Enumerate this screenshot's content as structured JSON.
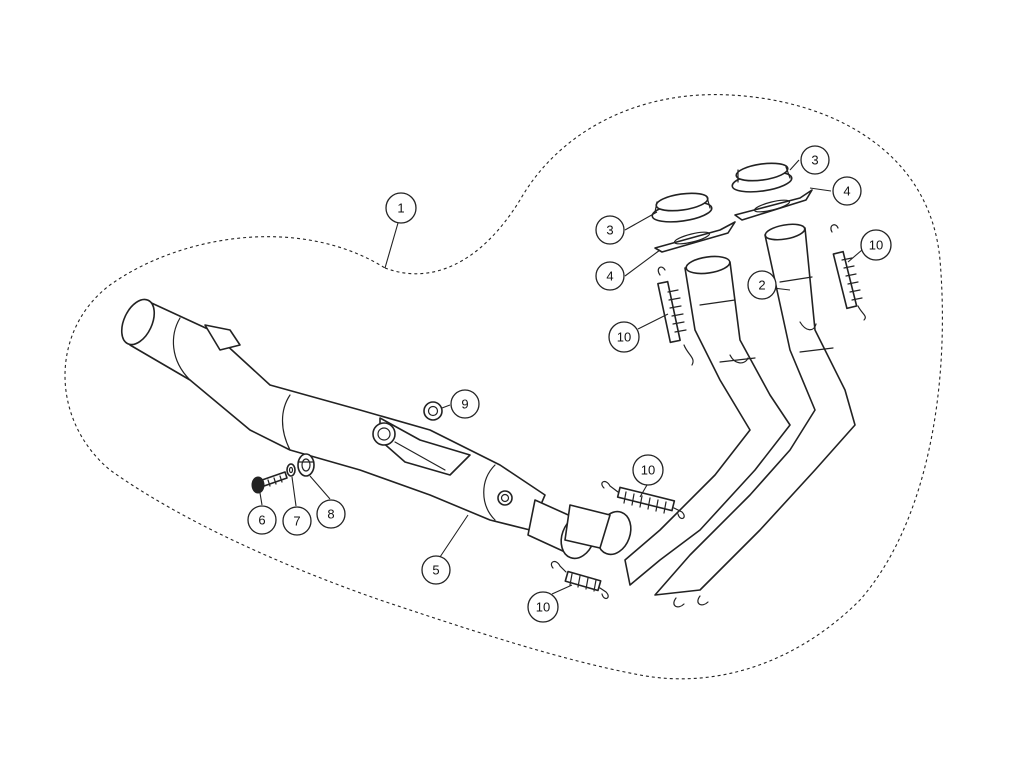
{
  "callouts": [
    {
      "id": "c1",
      "label": "1"
    },
    {
      "id": "c2",
      "label": "2"
    },
    {
      "id": "c3a",
      "label": "3"
    },
    {
      "id": "c3b",
      "label": "3"
    },
    {
      "id": "c4a",
      "label": "4"
    },
    {
      "id": "c4b",
      "label": "4"
    },
    {
      "id": "c5",
      "label": "5"
    },
    {
      "id": "c6",
      "label": "6"
    },
    {
      "id": "c7",
      "label": "7"
    },
    {
      "id": "c8",
      "label": "8"
    },
    {
      "id": "c9",
      "label": "9"
    },
    {
      "id": "c10a",
      "label": "10"
    },
    {
      "id": "c10b",
      "label": "10"
    },
    {
      "id": "c10c",
      "label": "10"
    },
    {
      "id": "c10d",
      "label": "10"
    }
  ]
}
